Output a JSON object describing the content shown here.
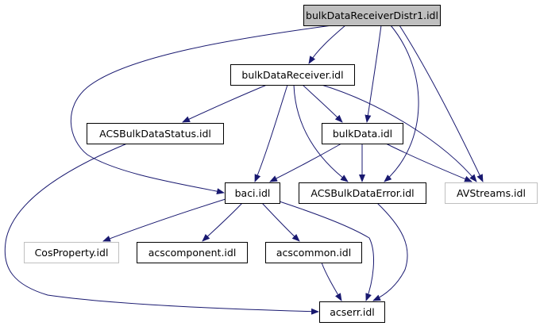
{
  "graph": {
    "type": "include-dependency-graph",
    "edge_color": "#191970",
    "node_colors": {
      "root_fill": "#bfbfbf",
      "documented_border": "#000000",
      "external_border": "#bfbfbf",
      "fill": "#ffffff"
    },
    "nodes": [
      {
        "id": "root",
        "label": "bulkDataReceiverDistr1.idl",
        "kind": "root"
      },
      {
        "id": "receiver",
        "label": "bulkDataReceiver.idl",
        "kind": "documented"
      },
      {
        "id": "status",
        "label": "ACSBulkDataStatus.idl",
        "kind": "documented"
      },
      {
        "id": "bulkdata",
        "label": "bulkData.idl",
        "kind": "documented"
      },
      {
        "id": "baci",
        "label": "baci.idl",
        "kind": "documented"
      },
      {
        "id": "error",
        "label": "ACSBulkDataError.idl",
        "kind": "documented"
      },
      {
        "id": "avstreams",
        "label": "AVStreams.idl",
        "kind": "external"
      },
      {
        "id": "cosprop",
        "label": "CosProperty.idl",
        "kind": "external"
      },
      {
        "id": "acscomponent",
        "label": "acscomponent.idl",
        "kind": "documented"
      },
      {
        "id": "acscommon",
        "label": "acscommon.idl",
        "kind": "documented"
      },
      {
        "id": "acserr",
        "label": "acserr.idl",
        "kind": "documented"
      }
    ],
    "edges": [
      {
        "from": "root",
        "to": "receiver"
      },
      {
        "from": "root",
        "to": "baci"
      },
      {
        "from": "root",
        "to": "bulkdata"
      },
      {
        "from": "root",
        "to": "error"
      },
      {
        "from": "root",
        "to": "avstreams"
      },
      {
        "from": "receiver",
        "to": "status"
      },
      {
        "from": "receiver",
        "to": "baci"
      },
      {
        "from": "receiver",
        "to": "error"
      },
      {
        "from": "receiver",
        "to": "bulkdata"
      },
      {
        "from": "receiver",
        "to": "avstreams"
      },
      {
        "from": "status",
        "to": "acserr"
      },
      {
        "from": "bulkdata",
        "to": "baci"
      },
      {
        "from": "bulkdata",
        "to": "error"
      },
      {
        "from": "bulkdata",
        "to": "avstreams"
      },
      {
        "from": "baci",
        "to": "cosprop"
      },
      {
        "from": "baci",
        "to": "acscomponent"
      },
      {
        "from": "baci",
        "to": "acscommon"
      },
      {
        "from": "baci",
        "to": "acserr"
      },
      {
        "from": "error",
        "to": "acserr"
      },
      {
        "from": "acscommon",
        "to": "acserr"
      }
    ]
  }
}
